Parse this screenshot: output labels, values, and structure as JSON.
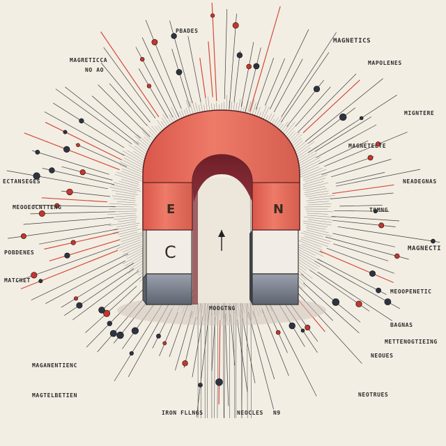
{
  "colors": {
    "paper": "#f3eee4",
    "magnet_red": "#e26c5b",
    "magnet_dark": "#7a2530",
    "ink": "#2b2b2b",
    "accent_red": "#d24a3a"
  },
  "magnet": {
    "pole_left": "E",
    "pole_right": "N",
    "base_letter": "C"
  },
  "labels": {
    "top_1": "PBADES",
    "top_2": "MAGNETICS",
    "top_3": "MAGRETICCA",
    "top_4": "NO AO",
    "top_5": "MAGNETELTE",
    "top_6": "MIGNTERE",
    "top_7": "MAPOLENES",
    "left_1": "ECTANSEGES",
    "left_2": "MEOOEOCNTTENG",
    "left_3": "POBDENES",
    "left_4": "MATCHET",
    "left_5": "MAGANENTIENC",
    "left_6": "MAGTELBETIEN",
    "right_1": "NEADEGNAS",
    "right_2": "TOMNG",
    "right_3": "MAGNECTI",
    "right_4": "MEOOPENETIC",
    "right_5": "BAGNAS",
    "right_6": "METTENOGTIEING",
    "right_7": "NEOUES",
    "right_8": "NEOTRUES",
    "center_1": "MOOGTNG",
    "bottom_1": "IRON FLLNGS",
    "bottom_2": "NEOCLES",
    "bottom_3": "N9"
  }
}
